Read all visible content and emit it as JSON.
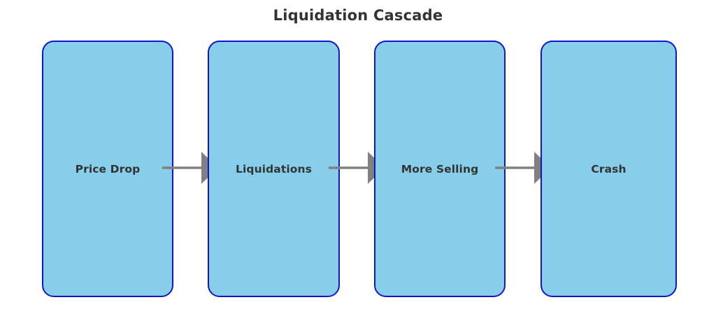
{
  "chart_data": {
    "type": "diagram",
    "diagram_kind": "flowchart",
    "title": "Liquidation Cascade",
    "orientation": "left-to-right",
    "node_count": 4,
    "edge_count": 3,
    "nodes": [
      {
        "id": "price-drop",
        "label": "Price Drop",
        "order": 1
      },
      {
        "id": "liquidations",
        "label": "Liquidations",
        "order": 2
      },
      {
        "id": "more-selling",
        "label": "More Selling",
        "order": 3
      },
      {
        "id": "crash",
        "label": "Crash",
        "order": 4
      }
    ],
    "edges": [
      {
        "from": "price-drop",
        "to": "liquidations",
        "label": ""
      },
      {
        "from": "liquidations",
        "to": "more-selling",
        "label": ""
      },
      {
        "from": "more-selling",
        "to": "crash",
        "label": ""
      }
    ],
    "colors": {
      "background": "#ffffff",
      "node_fill": "#87CEEB",
      "node_border": "#1414c8",
      "node_text": "#333333",
      "arrow": "#808080",
      "title_text": "#333333"
    },
    "xlabel": "",
    "ylabel": "",
    "legend": [],
    "grid": false
  },
  "figure": {
    "title": "Liquidation Cascade",
    "background_color": "#ffffff"
  },
  "flow": {
    "nodes": [
      {
        "label": "Price Drop"
      },
      {
        "label": "Liquidations"
      },
      {
        "label": "More Selling"
      },
      {
        "label": "Crash"
      }
    ],
    "arrows": [
      {
        "icon": "arrow-right-icon"
      },
      {
        "icon": "arrow-right-icon"
      },
      {
        "icon": "arrow-right-icon"
      }
    ]
  }
}
